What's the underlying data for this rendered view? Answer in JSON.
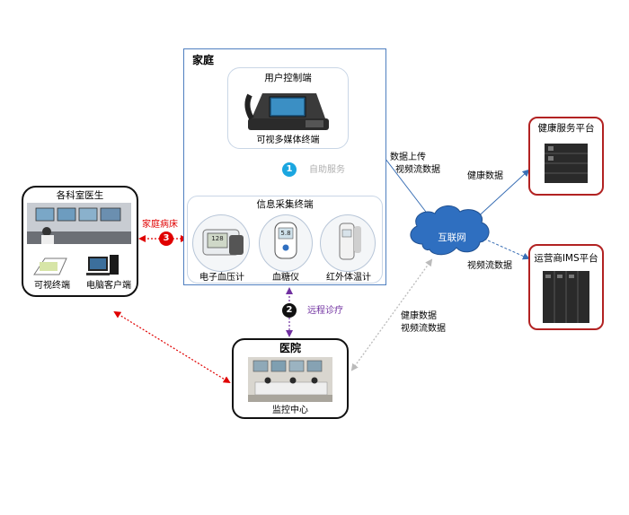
{
  "home": {
    "title": "家庭",
    "user_console": {
      "title": "用户控制端",
      "caption": "可视多媒体终端"
    },
    "self_service": {
      "number": "1",
      "label": "自助服务"
    },
    "collector": {
      "title": "信息采集终端",
      "devices": [
        {
          "label": "电子血压计",
          "display": "128"
        },
        {
          "label": "血糖仪",
          "display": "5.8"
        },
        {
          "label": "红外体温计",
          "display": ""
        }
      ]
    }
  },
  "doctors": {
    "title": "各科室医生",
    "devices": [
      {
        "label": "可视终端"
      },
      {
        "label": "电脑客户端"
      }
    ]
  },
  "home_bed": {
    "number": "3",
    "label": "家庭病床"
  },
  "remote": {
    "number": "2",
    "label": "远程诊疗"
  },
  "hospital": {
    "title": "医院",
    "caption": "监控中心"
  },
  "internet": {
    "label": "互联网"
  },
  "health_platform": {
    "title": "健康服务平台"
  },
  "ims_platform": {
    "title": "运营商IMS平台"
  },
  "edge_labels": {
    "home_to_net": [
      "数据上传",
      "视频流数据"
    ],
    "net_to_health": "健康数据",
    "net_to_ims": "视频流数据",
    "net_to_hospital": [
      "健康数据",
      "视频流数据"
    ]
  },
  "colors": {
    "home_border": "#4f7fc0",
    "platform_border": "#b22222",
    "home_bed_red": "#e00000",
    "remote_purple": "#7030a0",
    "self_service_blue": "#1ba6e0",
    "cloud_fill": "#2f6fc0"
  }
}
